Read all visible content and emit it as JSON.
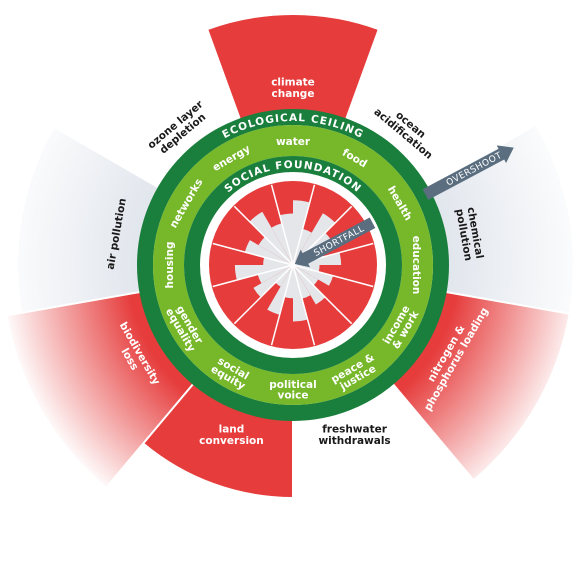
{
  "rings": {
    "ecological_ceiling": "ECOLOGICAL CEILING",
    "social_foundation": "SOCIAL FOUNDATION"
  },
  "arrows": {
    "overshoot": "OVERSHOOT",
    "shortfall": "SHORTFALL"
  },
  "ceiling_labels": [
    {
      "lines": [
        "climate",
        "change"
      ]
    },
    {
      "lines": [
        "ocean",
        "acidification"
      ]
    },
    {
      "lines": [
        "chemical",
        "pollution"
      ]
    },
    {
      "lines": [
        "nitrogen &",
        "phosphorus loading"
      ]
    },
    {
      "lines": [
        "freshwater",
        "withdrawals"
      ]
    },
    {
      "lines": [
        "land",
        "conversion"
      ]
    },
    {
      "lines": [
        "biodiversity",
        "loss"
      ]
    },
    {
      "lines": [
        "air pollution"
      ]
    },
    {
      "lines": [
        "ozone layer",
        "depletion"
      ]
    }
  ],
  "foundation_labels": [
    {
      "lines": [
        "water"
      ]
    },
    {
      "lines": [
        "food"
      ]
    },
    {
      "lines": [
        "health"
      ]
    },
    {
      "lines": [
        "education"
      ]
    },
    {
      "lines": [
        "income",
        "& work"
      ]
    },
    {
      "lines": [
        "peace &",
        "justice"
      ]
    },
    {
      "lines": [
        "political",
        "voice"
      ]
    },
    {
      "lines": [
        "social",
        "equity"
      ]
    },
    {
      "lines": [
        "gender",
        "equality"
      ]
    },
    {
      "lines": [
        "housing"
      ]
    },
    {
      "lines": [
        "networks"
      ]
    },
    {
      "lines": [
        "energy"
      ]
    }
  ],
  "colors": {
    "overshoot_red": "#e63c3c",
    "ring_dark_green": "#1a7f3c",
    "ring_light_green": "#76b82a",
    "shortfall_red": "#e63c3c",
    "inner_grey": "#e4e6ea",
    "outer_shade": "#e8ebf0",
    "arrow_grey": "#5a6e80"
  }
}
